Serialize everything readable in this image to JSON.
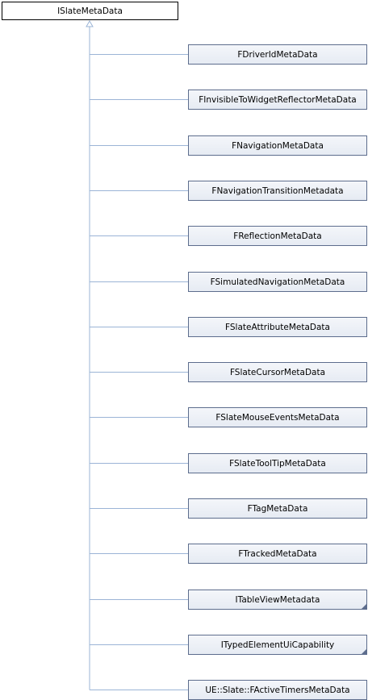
{
  "diagram": {
    "base_class": "ISlateMetaData",
    "derived_classes": [
      {
        "name": "FDriverIdMetaData",
        "truncated": false
      },
      {
        "name": "FInvisibleToWidgetReflectorMetaData",
        "truncated": false
      },
      {
        "name": "FNavigationMetaData",
        "truncated": false
      },
      {
        "name": "FNavigationTransitionMetadata",
        "truncated": false
      },
      {
        "name": "FReflectionMetaData",
        "truncated": false
      },
      {
        "name": "FSimulatedNavigationMetaData",
        "truncated": false
      },
      {
        "name": "FSlateAttributeMetaData",
        "truncated": false
      },
      {
        "name": "FSlateCursorMetaData",
        "truncated": false
      },
      {
        "name": "FSlateMouseEventsMetaData",
        "truncated": false
      },
      {
        "name": "FSlateToolTipMetaData",
        "truncated": false
      },
      {
        "name": "FTagMetaData",
        "truncated": false
      },
      {
        "name": "FTrackedMetaData",
        "truncated": false
      },
      {
        "name": "ITableViewMetadata",
        "truncated": true
      },
      {
        "name": "ITypedElementUiCapability",
        "truncated": true
      },
      {
        "name": "UE::Slate::FActiveTimersMetaData",
        "truncated": false
      }
    ]
  },
  "colors": {
    "edge": "#9bb4d6",
    "derived_border": "#5d6d8d",
    "base_border": "#000000"
  }
}
